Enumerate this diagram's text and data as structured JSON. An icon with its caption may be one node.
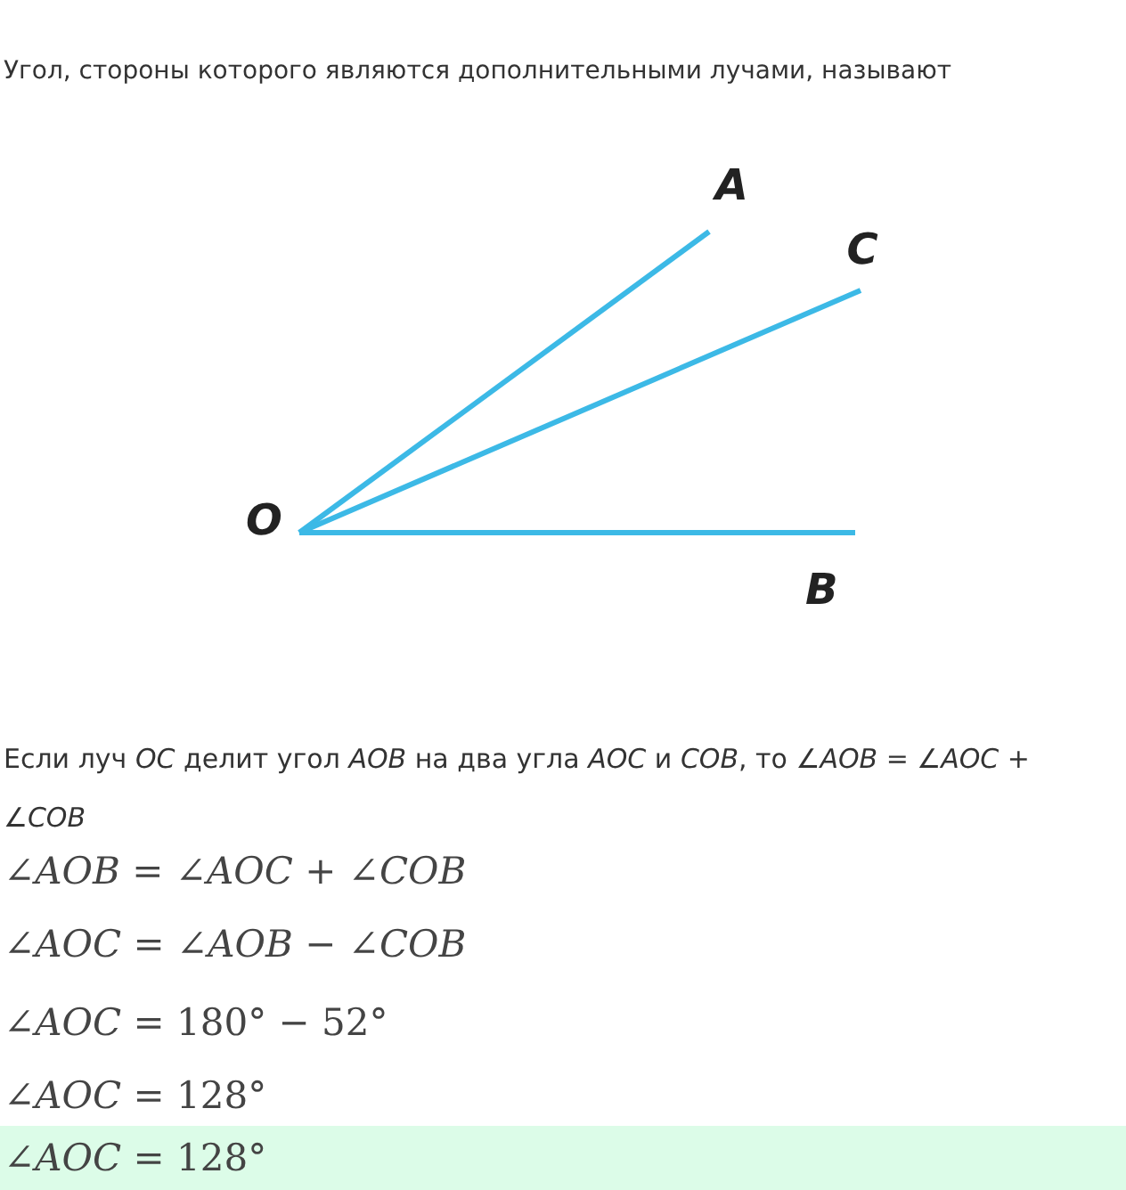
{
  "diagram": {
    "nodes": [
      {
        "text": [
          "O"
        ]
      },
      {
        "text": [
          "A"
        ]
      },
      {
        "text": [
          "C"
        ]
      },
      {
        "text": [
          "B"
        ]
      }
    ],
    "edges": [
      {
        "from": 0,
        "to": 1,
        "arrow": "none"
      },
      {
        "from": 0,
        "to": 2,
        "arrow": "none"
      },
      {
        "from": 0,
        "to": 3,
        "arrow": "none"
      }
    ],
    "labels": [
      "Угол, стороны которого являются дополнительными лучами, называют",
      "Если луч *OC* делит угол *AOB* на два угла *AOC* и *COB*, то ∠*AOB* = ∠*AOC* + ∠*COB*",
      "∠*AOB* = ∠*AOC* + ∠*COB*",
      "∠*AOC* = ∠*AOB* − ∠*COB*",
      "∠*AOC* = 180° − 52°",
      "∠*AOC* = 128°",
      "∠*AOC* = 128°"
    ]
  }
}
